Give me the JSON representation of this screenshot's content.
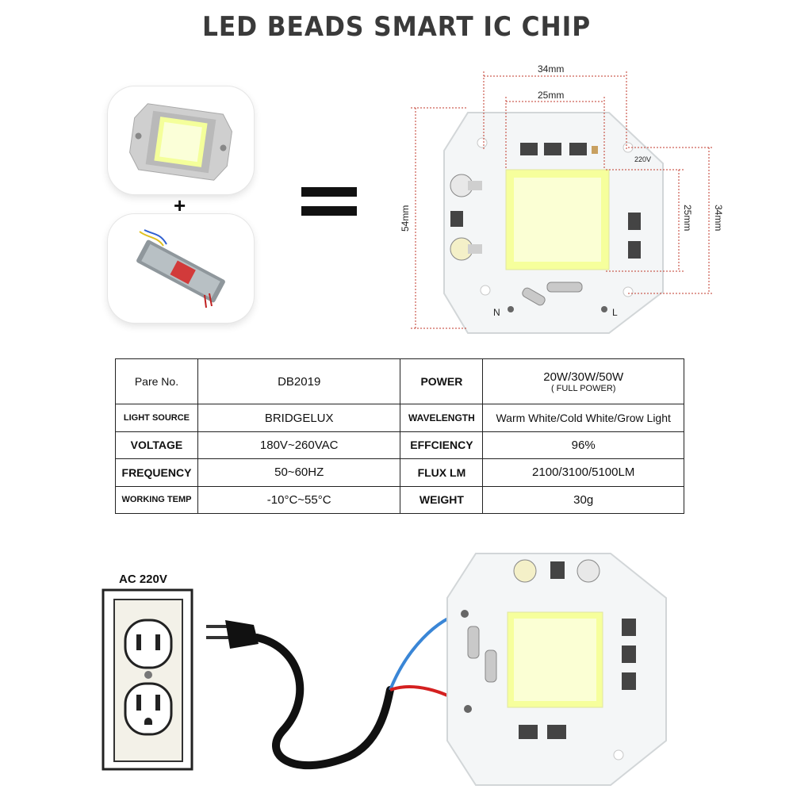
{
  "header": {
    "title": "LED BEADS SMART IC CHIP"
  },
  "diagram": {
    "plus": "+",
    "dims": {
      "outer_width": "34mm",
      "inner_width": "25mm",
      "height": "54mm",
      "inner_height": "25mm",
      "outer_height": "34mm"
    },
    "chip_labels": {
      "n": "N",
      "l": "L",
      "voltage": "220V"
    }
  },
  "specs": {
    "rows": [
      {
        "k1": "Pare No.",
        "v1": "DB2019",
        "k2": "POWER",
        "v2": "20W/30W/50W",
        "v2_sub": "( FULL POWER)"
      },
      {
        "k1": "LIGHT SOURCE",
        "v1": "BRIDGELUX",
        "k2": "WAVELENGTH",
        "v2": "Warm White/Cold White/Grow Light"
      },
      {
        "k1": "VOLTAGE",
        "v1": "180V~260VAC",
        "k2": "EFFCIENCY",
        "v2": "96%"
      },
      {
        "k1": "FREQUENCY",
        "v1": "50~60HZ",
        "k2": "FLUX LM",
        "v2": "2100/3100/5100LM"
      },
      {
        "k1": "WORKING TEMP",
        "v1": "-10°C~55°C",
        "k2": "WEIGHT",
        "v2": "30g"
      }
    ]
  },
  "wiring": {
    "supply_label": "AC 220V"
  }
}
